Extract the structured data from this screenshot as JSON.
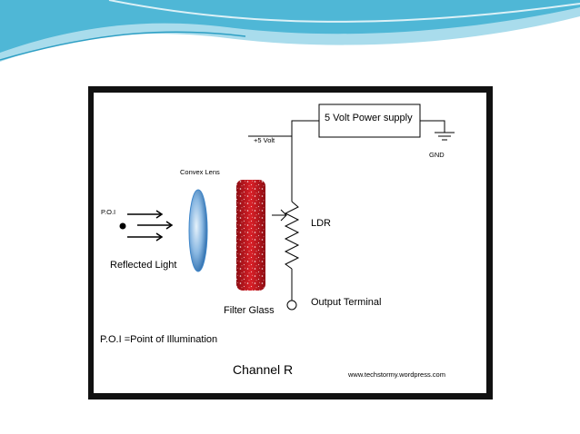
{
  "diagram": {
    "supply_label": "5 Volt Power supply",
    "plus5_label": "+5 Volt",
    "gnd_label": "GND",
    "convex_lens_label": "Convex Lens",
    "poi_label": "P.O.I",
    "reflected_light_label": "Reflected Light",
    "filter_glass_label": "Filter Glass",
    "ldr_label": "LDR",
    "output_terminal_label": "Output Terminal",
    "poi_definition": "P.O.I =Point of Illumination",
    "channel_label": "Channel R",
    "website": "www.techstormy.wordpress.com"
  },
  "colors": {
    "banner_blue": "#4fb7d6",
    "banner_light": "#a9dcec",
    "lens_blue": "#3f86c9",
    "filter_red": "#c0141c",
    "frame": "#111111"
  }
}
